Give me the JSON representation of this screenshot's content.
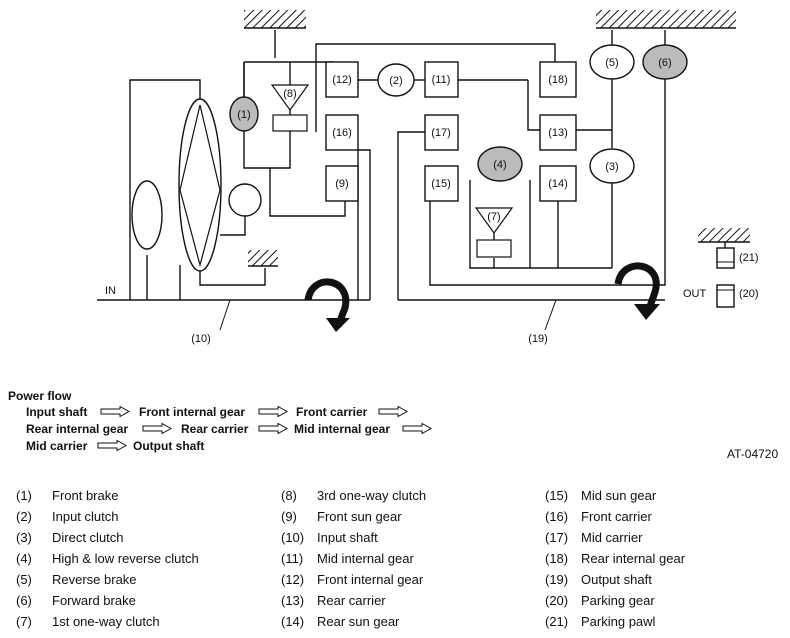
{
  "diagram": {
    "labels": {
      "c1": "(1)",
      "c2": "(2)",
      "c3": "(3)",
      "c4": "(4)",
      "c5": "(5)",
      "c6": "(6)",
      "t7": "(7)",
      "t8": "(8)",
      "b9": "(9)",
      "b11": "(11)",
      "b12": "(12)",
      "b13": "(13)",
      "b14": "(14)",
      "b15": "(15)",
      "b16": "(16)",
      "b17": "(17)",
      "b18": "(18)",
      "l10": "(10)",
      "l19": "(19)",
      "l20": "(20)",
      "l21": "(21)"
    },
    "in_label": "IN",
    "out_label": "OUT"
  },
  "power_flow": {
    "title": "Power flow",
    "steps": [
      "Input shaft",
      "Front internal gear",
      "Front carrier",
      "Rear internal gear",
      "Rear carrier",
      "Mid internal gear",
      "Mid carrier",
      "Output shaft"
    ]
  },
  "figure_code": "AT-04720",
  "legend": [
    {
      "num": "(1)",
      "label": "Front brake"
    },
    {
      "num": "(2)",
      "label": "Input clutch"
    },
    {
      "num": "(3)",
      "label": "Direct clutch"
    },
    {
      "num": "(4)",
      "label": "High & low reverse clutch"
    },
    {
      "num": "(5)",
      "label": "Reverse brake"
    },
    {
      "num": "(6)",
      "label": "Forward brake"
    },
    {
      "num": "(7)",
      "label": "1st one-way clutch"
    },
    {
      "num": "(8)",
      "label": "3rd one-way clutch"
    },
    {
      "num": "(9)",
      "label": "Front sun gear"
    },
    {
      "num": "(10)",
      "label": "Input shaft"
    },
    {
      "num": "(11)",
      "label": "Mid internal gear"
    },
    {
      "num": "(12)",
      "label": "Front internal gear"
    },
    {
      "num": "(13)",
      "label": "Rear carrier"
    },
    {
      "num": "(14)",
      "label": "Rear sun gear"
    },
    {
      "num": "(15)",
      "label": "Mid sun gear"
    },
    {
      "num": "(16)",
      "label": "Front carrier"
    },
    {
      "num": "(17)",
      "label": "Mid carrier"
    },
    {
      "num": "(18)",
      "label": "Rear internal gear"
    },
    {
      "num": "(19)",
      "label": "Output shaft"
    },
    {
      "num": "(20)",
      "label": "Parking gear"
    },
    {
      "num": "(21)",
      "label": "Parking pawl"
    }
  ],
  "colors": {
    "line": "#111111",
    "grey_fill": "#bbbbbb"
  }
}
